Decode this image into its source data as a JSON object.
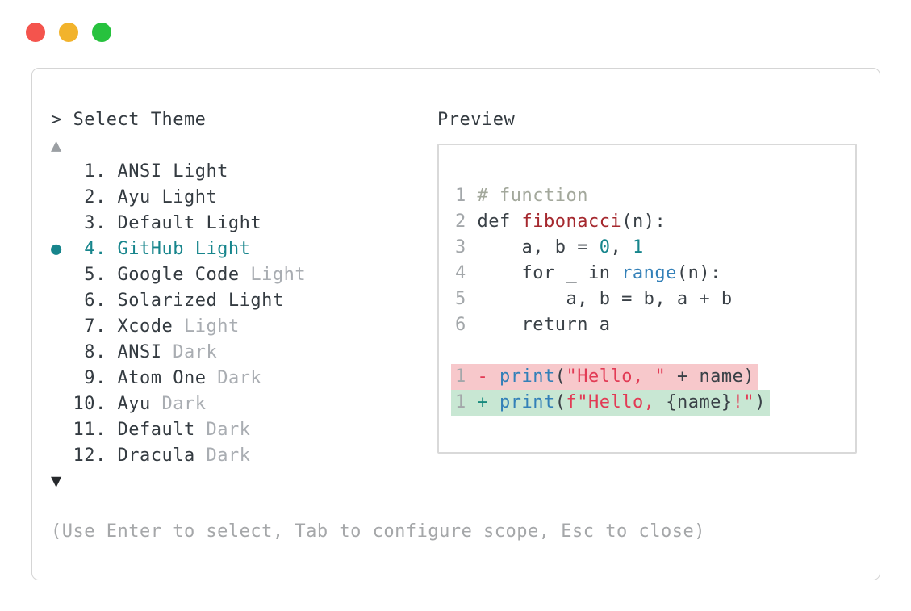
{
  "window": {
    "traffic_lights": [
      {
        "name": "close-button",
        "color": "#f4544d"
      },
      {
        "name": "minimize-button",
        "color": "#f2b32c"
      },
      {
        "name": "zoom-button",
        "color": "#27c23e"
      }
    ]
  },
  "prompt": {
    "text": "> Select Theme"
  },
  "theme_list": {
    "scroll_up_icon": "▲",
    "scroll_down_icon": "▼",
    "bullet_icon": "●",
    "selected_number": "4",
    "selected_color": "#17858c",
    "items": [
      {
        "num": "1",
        "name": "ANSI Light",
        "muted": "",
        "selected": false
      },
      {
        "num": "2",
        "name": "Ayu Light",
        "muted": "",
        "selected": false
      },
      {
        "num": "3",
        "name": "Default Light",
        "muted": "",
        "selected": false
      },
      {
        "num": "4",
        "name": "GitHub Light",
        "muted": "",
        "selected": true
      },
      {
        "num": "5",
        "name": "Google Code",
        "muted": "Light",
        "selected": false
      },
      {
        "num": "6",
        "name": "Solarized Light",
        "muted": "",
        "selected": false
      },
      {
        "num": "7",
        "name": "Xcode",
        "muted": "Light",
        "selected": false
      },
      {
        "num": "8",
        "name": "ANSI",
        "muted": "Dark",
        "selected": false
      },
      {
        "num": "9",
        "name": "Atom One",
        "muted": "Dark",
        "selected": false
      },
      {
        "num": "10",
        "name": "Ayu",
        "muted": "Dark",
        "selected": false
      },
      {
        "num": "11",
        "name": "Default",
        "muted": "Dark",
        "selected": false
      },
      {
        "num": "12",
        "name": "Dracula",
        "muted": "Dark",
        "selected": false
      }
    ]
  },
  "hint": "(Use Enter to select, Tab to configure scope, Esc to close)",
  "preview": {
    "label": "Preview",
    "code_lines": [
      {
        "num": "1",
        "segments": [
          {
            "t": "# function",
            "c": "comment"
          }
        ]
      },
      {
        "num": "2",
        "segments": [
          {
            "t": "def ",
            "c": "code"
          },
          {
            "t": "fibonacci",
            "c": "func"
          },
          {
            "t": "(n):",
            "c": "code"
          }
        ]
      },
      {
        "num": "3",
        "segments": [
          {
            "t": "    a, b = ",
            "c": "code"
          },
          {
            "t": "0",
            "c": "num"
          },
          {
            "t": ", ",
            "c": "code"
          },
          {
            "t": "1",
            "c": "num"
          }
        ]
      },
      {
        "num": "4",
        "segments": [
          {
            "t": "    for _ in ",
            "c": "code"
          },
          {
            "t": "range",
            "c": "builtin"
          },
          {
            "t": "(n):",
            "c": "code"
          }
        ]
      },
      {
        "num": "5",
        "segments": [
          {
            "t": "        a, b = b, a + b",
            "c": "code"
          }
        ]
      },
      {
        "num": "6",
        "segments": [
          {
            "t": "    return a",
            "c": "code"
          }
        ]
      }
    ],
    "diff_lines": [
      {
        "num": "1",
        "kind": "removed",
        "segments": [
          {
            "t": "- ",
            "c": "del"
          },
          {
            "t": "print",
            "c": "builtin"
          },
          {
            "t": "(",
            "c": "code"
          },
          {
            "t": "\"Hello, \"",
            "c": "string"
          },
          {
            "t": " + name)",
            "c": "code"
          }
        ]
      },
      {
        "num": "1",
        "kind": "added",
        "segments": [
          {
            "t": "+ ",
            "c": "ins"
          },
          {
            "t": "print",
            "c": "builtin"
          },
          {
            "t": "(",
            "c": "code"
          },
          {
            "t": "f\"Hello, ",
            "c": "string"
          },
          {
            "t": "{name}",
            "c": "code"
          },
          {
            "t": "!\"",
            "c": "string"
          },
          {
            "t": ")",
            "c": "code"
          }
        ]
      }
    ]
  },
  "colors": {
    "accent_teal": "#17858c",
    "removed_bg": "#f7c8cb",
    "added_bg": "#c8e7d3",
    "string_red": "#e23b55",
    "builtin_blue": "#3380b8",
    "function_red": "#a5282e",
    "muted_gray": "#a9adb2"
  }
}
